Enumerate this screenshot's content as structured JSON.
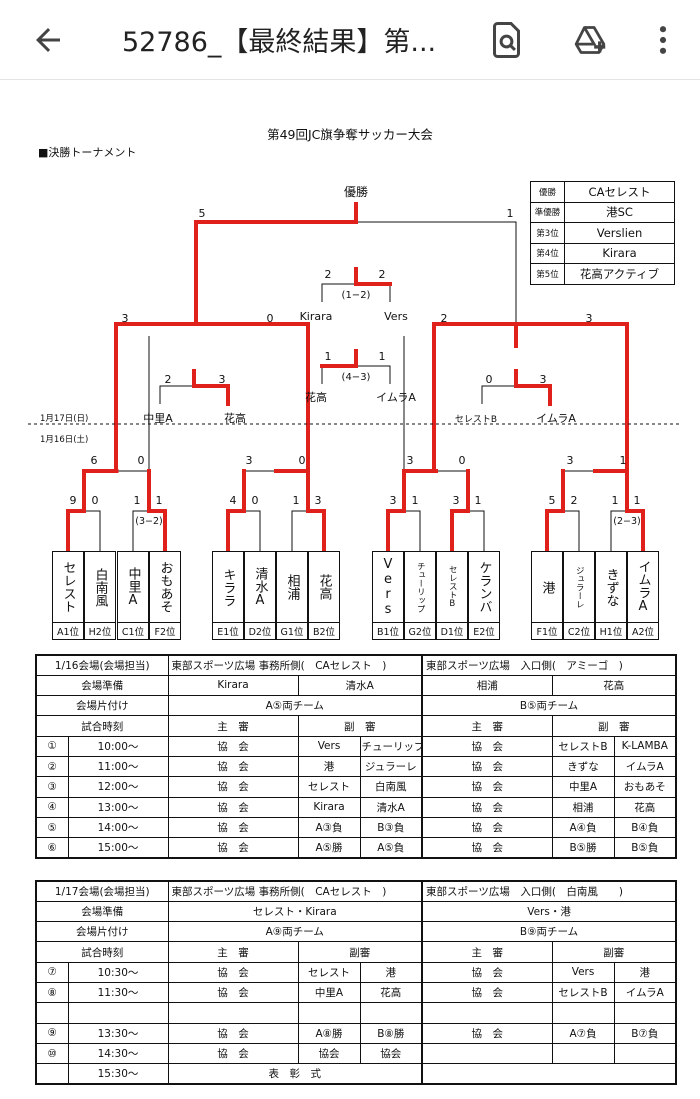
{
  "appbar": {
    "title": "52786_【最終結果】第...",
    "back_icon": "arrow-back-icon",
    "search_icon": "document-search-icon",
    "drive_icon": "add-to-drive-icon",
    "more_icon": "more-vert-icon"
  },
  "doc": {
    "title": "第49回JC旗争奪サッカー大会",
    "subtitle": "■決勝トーナメント",
    "bracket": {
      "champion": "優勝",
      "final_left": "5",
      "final_right": "1",
      "third_place": {
        "left_team": "Kirara",
        "right_team": "Vers",
        "left_score": "2",
        "right_score": "2",
        "pk": "(1−2)"
      },
      "fifth_place": {
        "left_team": "花高",
        "right_team": "イムラA",
        "left_score": "1",
        "right_score": "1",
        "pk": "(4−3)"
      },
      "semi_scores": [
        "3",
        "0",
        "2",
        "3"
      ],
      "qf_left_a": {
        "team1": "中里A",
        "team2": "花高",
        "score1": "2",
        "score2": "3"
      },
      "qf_right_b": {
        "team1": "セレストB",
        "team2": "イムラA",
        "score1": "0",
        "score2": "3"
      },
      "date_top": "1月17日(日)",
      "date_bottom": "1月16日(土)",
      "r2_scores": [
        "6",
        "0",
        "3",
        "0",
        "3",
        "0",
        "3",
        "1"
      ],
      "r1_scores": [
        "9",
        "0",
        "1",
        "1",
        "4",
        "0",
        "1",
        "3",
        "3",
        "1",
        "3",
        "1",
        "5",
        "2",
        "1",
        "1"
      ],
      "pk_a": "(3−2)",
      "pk_h": "(2−3)",
      "teams": [
        {
          "name": "セレスト",
          "seed": "A1位"
        },
        {
          "name": "白南風",
          "seed": "H2位"
        },
        {
          "name": "中里A",
          "seed": "C1位"
        },
        {
          "name": "おもあそ",
          "seed": "F2位"
        },
        {
          "name": "キララ",
          "seed": "E1位"
        },
        {
          "name": "清水A",
          "seed": "D2位"
        },
        {
          "name": "相浦",
          "seed": "G1位"
        },
        {
          "name": "花高",
          "seed": "B2位"
        },
        {
          "name": "Vers",
          "seed": "B1位"
        },
        {
          "name": "チューリップ",
          "seed": "G2位"
        },
        {
          "name": "セレストB",
          "seed": "D1位"
        },
        {
          "name": "ケランバ",
          "seed": "E2位"
        },
        {
          "name": "港",
          "seed": "F1位"
        },
        {
          "name": "ジュラーレ",
          "seed": "C2位"
        },
        {
          "name": "きずな",
          "seed": "H1位"
        },
        {
          "name": "イムラA",
          "seed": "A2位"
        }
      ]
    },
    "results": [
      {
        "k": "優勝",
        "v": "CAセレスト"
      },
      {
        "k": "準優勝",
        "v": "港SC"
      },
      {
        "k": "第3位",
        "v": "Verslien"
      },
      {
        "k": "第4位",
        "v": "Kirara"
      },
      {
        "k": "第5位",
        "v": "花高アクティブ"
      }
    ],
    "day1": {
      "head": "1/16会場(会場担当)",
      "venue_a": "東部スポーツ広場 事務所側(　CAセレスト　)",
      "venue_b": "東部スポーツ広場　入口側(　アミーゴ　)",
      "prep_label": "会場準備",
      "prep": [
        "Kirara",
        "清水A",
        "相浦",
        "花高"
      ],
      "clean_label": "会場片付け",
      "clean_a": "A⑤両チーム",
      "clean_b": "B⑤両チーム",
      "time_label": "試合時刻",
      "ref_main": "主　審",
      "ref_sub": "副　審",
      "rows": [
        {
          "no": "①",
          "time": "10:00〜",
          "a_main": "協　会",
          "a_s1": "Vers",
          "a_s2": "チューリップ",
          "b_main": "協　会",
          "b_s1": "セレストB",
          "b_s2": "K-LAMBA"
        },
        {
          "no": "②",
          "time": "11:00〜",
          "a_main": "協　会",
          "a_s1": "港",
          "a_s2": "ジュラーレ",
          "b_main": "協　会",
          "b_s1": "きずな",
          "b_s2": "イムラA"
        },
        {
          "no": "③",
          "time": "12:00〜",
          "a_main": "協　会",
          "a_s1": "セレスト",
          "a_s2": "白南風",
          "b_main": "協　会",
          "b_s1": "中里A",
          "b_s2": "おもあそ"
        },
        {
          "no": "④",
          "time": "13:00〜",
          "a_main": "協　会",
          "a_s1": "Kirara",
          "a_s2": "清水A",
          "b_main": "協　会",
          "b_s1": "相浦",
          "b_s2": "花高"
        },
        {
          "no": "⑤",
          "time": "14:00〜",
          "a_main": "協　会",
          "a_s1": "A③負",
          "a_s2": "B③負",
          "b_main": "協　会",
          "b_s1": "A④負",
          "b_s2": "B④負"
        },
        {
          "no": "⑥",
          "time": "15:00〜",
          "a_main": "協　会",
          "a_s1": "A⑤勝",
          "a_s2": "A⑤負",
          "b_main": "協　会",
          "b_s1": "B⑤勝",
          "b_s2": "B⑤負"
        }
      ]
    },
    "day2": {
      "head": "1/17会場(会場担当)",
      "venue_a": "東部スポーツ広場 事務所側(　CAセレスト　)",
      "venue_b": "東部スポーツ広場　入口側(　白南風　　)",
      "prep_label": "会場準備",
      "prep_a": "セレスト・Kirara",
      "prep_b": "Vers・港",
      "clean_label": "会場片付け",
      "clean_a": "A⑨両チーム",
      "clean_b": "B⑨両チーム",
      "time_label": "試合時刻",
      "ref_main": "主　審",
      "ref_sub": "副審",
      "rows": [
        {
          "no": "⑦",
          "time": "10:30〜",
          "a_main": "協　会",
          "a_s1": "セレスト",
          "a_s2": "港",
          "b_main": "協　会",
          "b_s1": "Vers",
          "b_s2": "港"
        },
        {
          "no": "⑧",
          "time": "11:30〜",
          "a_main": "協　会",
          "a_s1": "中里A",
          "a_s2": "花高",
          "b_main": "協　会",
          "b_s1": "セレストB",
          "b_s2": "イムラA"
        }
      ],
      "rows2": [
        {
          "no": "⑨",
          "time": "13:30〜",
          "a_main": "協　会",
          "a_s1": "A⑧勝",
          "a_s2": "B⑧勝",
          "b_main": "協　会",
          "b_s1": "A⑦負",
          "b_s2": "B⑦負"
        },
        {
          "no": "⑩",
          "time": "14:30〜",
          "a_main": "協　会",
          "a_s1": "協会",
          "a_s2": "協会",
          "b_main": "",
          "b_s1": "",
          "b_s2": ""
        }
      ],
      "last_time": "15:30〜",
      "ceremony": "表　彰　式"
    }
  }
}
